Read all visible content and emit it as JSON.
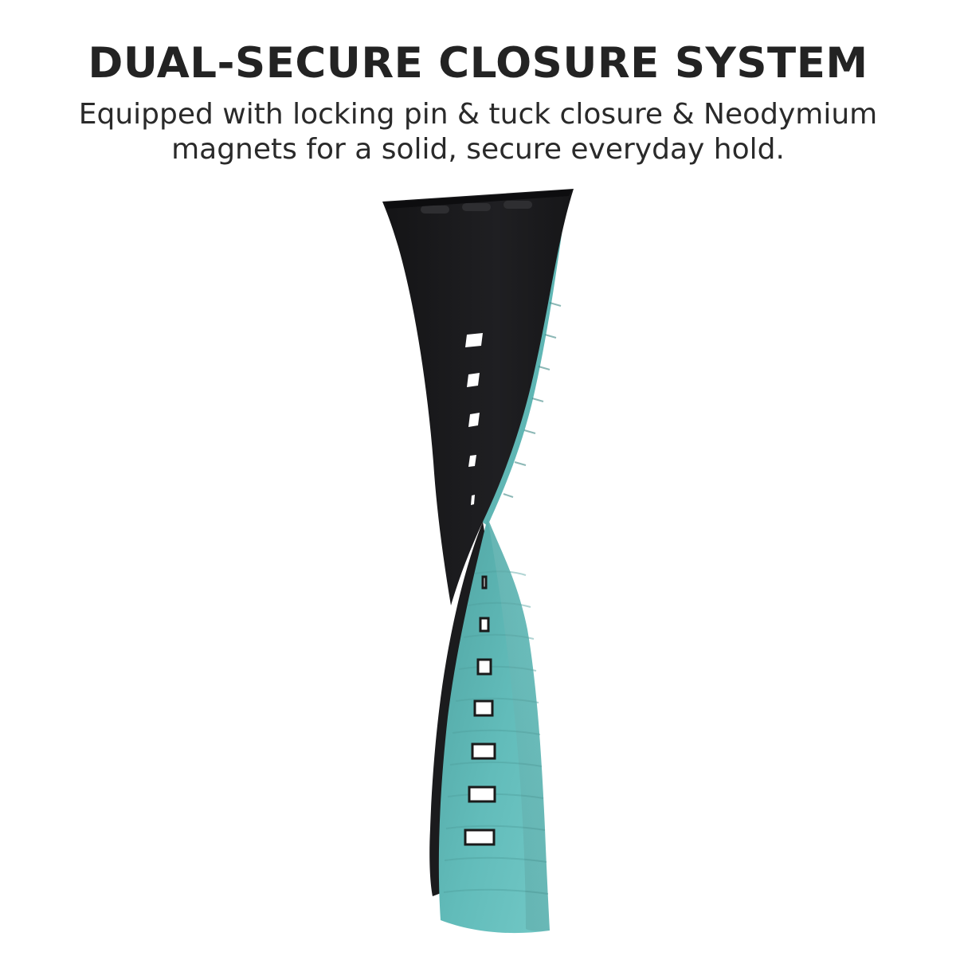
{
  "header": {
    "title": "DUAL-SECURE CLOSURE SYSTEM",
    "subtitle_line1": "Equipped with locking pin & tuck closure & Neodymium",
    "subtitle_line2": "magnets for a solid, secure everyday hold."
  },
  "product": {
    "icon": "watch-band-image",
    "colors": {
      "leather": "#1c1c1e",
      "silicone": "#62bcba",
      "silicone_shadow": "#4e9e9c",
      "background": "#ffffff"
    }
  }
}
